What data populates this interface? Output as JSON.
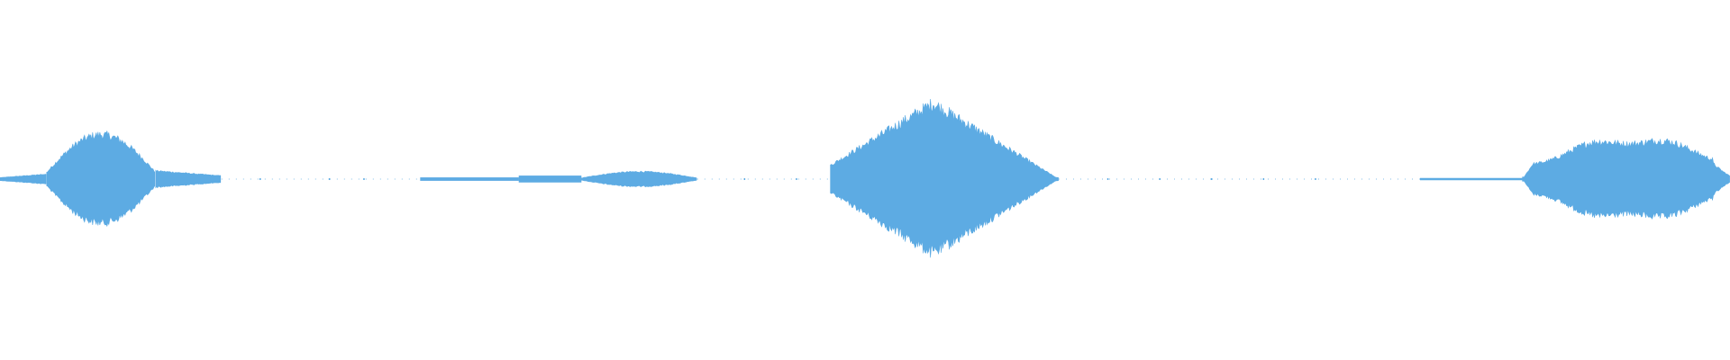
{
  "waveform": {
    "color": "#5dabe3",
    "background": "#ffffff",
    "duration_fraction_axis": "time",
    "segments": [
      {
        "start": 0.0,
        "end": 0.027,
        "peak": 0.03,
        "shape": "ramp_up"
      },
      {
        "start": 0.027,
        "end": 0.09,
        "peak": 0.27,
        "shape": "hump"
      },
      {
        "start": 0.09,
        "end": 0.128,
        "peak": 0.05,
        "shape": "ramp_down"
      },
      {
        "start": 0.243,
        "end": 0.3,
        "peak": 0.008,
        "shape": "flat"
      },
      {
        "start": 0.3,
        "end": 0.336,
        "peak": 0.018,
        "shape": "flat"
      },
      {
        "start": 0.336,
        "end": 0.403,
        "peak": 0.045,
        "shape": "hump"
      },
      {
        "start": 0.48,
        "end": 0.612,
        "peak": 0.46,
        "shape": "diamond"
      },
      {
        "start": 0.821,
        "end": 0.88,
        "peak": 0.004,
        "shape": "flat"
      },
      {
        "start": 0.88,
        "end": 1.0,
        "peak": 0.24,
        "shape": "double_hump"
      }
    ],
    "silence_ticks": [
      0.15,
      0.19,
      0.21,
      0.43,
      0.46,
      0.64,
      0.67,
      0.7,
      0.73,
      0.76
    ]
  }
}
